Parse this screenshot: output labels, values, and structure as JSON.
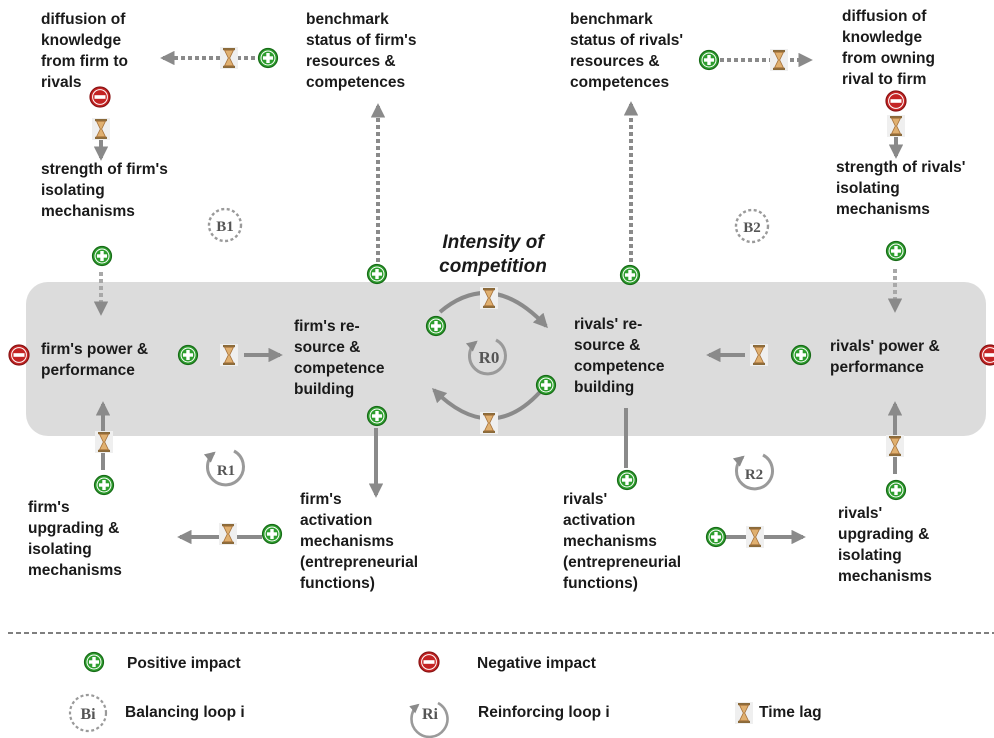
{
  "title": "Intensity of\ncompetition",
  "nodes": {
    "diffusion_firm_to_rivals": "diffusion of\nknowledge\nfrom firm to\nrivals",
    "benchmark_firm": "benchmark\nstatus of firm's\nresources &\ncompetences",
    "benchmark_rivals": "benchmark\nstatus of rivals'\nresources &\ncompetences",
    "diffusion_rival_to_firm": "diffusion of\nknowledge\nfrom owning\nrival to firm",
    "strength_firm_isolating": "strength of firm's\nisolating\nmechanisms",
    "strength_rivals_isolating": "strength of rivals'\nisolating\nmechanisms",
    "firm_power": "firm's power &\nperformance",
    "firm_resource_building": "firm's re-\nsource &\ncompetence\nbuilding",
    "rivals_resource_building": "rivals' re-\nsource &\ncompetence\nbuilding",
    "rivals_power": "rivals' power &\nperformance",
    "firm_upgrading": "firm's\nupgrading &\nisolating\nmechanisms",
    "firm_activation": "firm's\nactivation\nmechanisms\n(entrepreneurial\nfunctions)",
    "rivals_activation": "rivals'\nactivation\nmechanisms\n(entrepreneurial\nfunctions)",
    "rivals_upgrading": "rivals'\nupgrading &\nisolating\nmechanisms"
  },
  "loops": {
    "b1": "B1",
    "b2": "B2",
    "r0": "R0",
    "r1": "R1",
    "r2": "R2"
  },
  "legend": {
    "positive": "Positive impact",
    "negative": "Negative impact",
    "balancing_symbol": "Bi",
    "balancing": "Balancing loop i",
    "reinforcing_symbol": "Ri",
    "reinforcing": "Reinforcing loop i",
    "time_lag": "Time lag"
  },
  "colors": {
    "positive": "#2e9e2e",
    "negative": "#c42424",
    "band": "#dcdcdc",
    "arrow": "#8a8a8a",
    "hourglass": "#c8934a"
  },
  "icons": {
    "positive": "plus-circle-icon",
    "negative": "minus-circle-icon",
    "time_lag": "hourglass-icon"
  }
}
